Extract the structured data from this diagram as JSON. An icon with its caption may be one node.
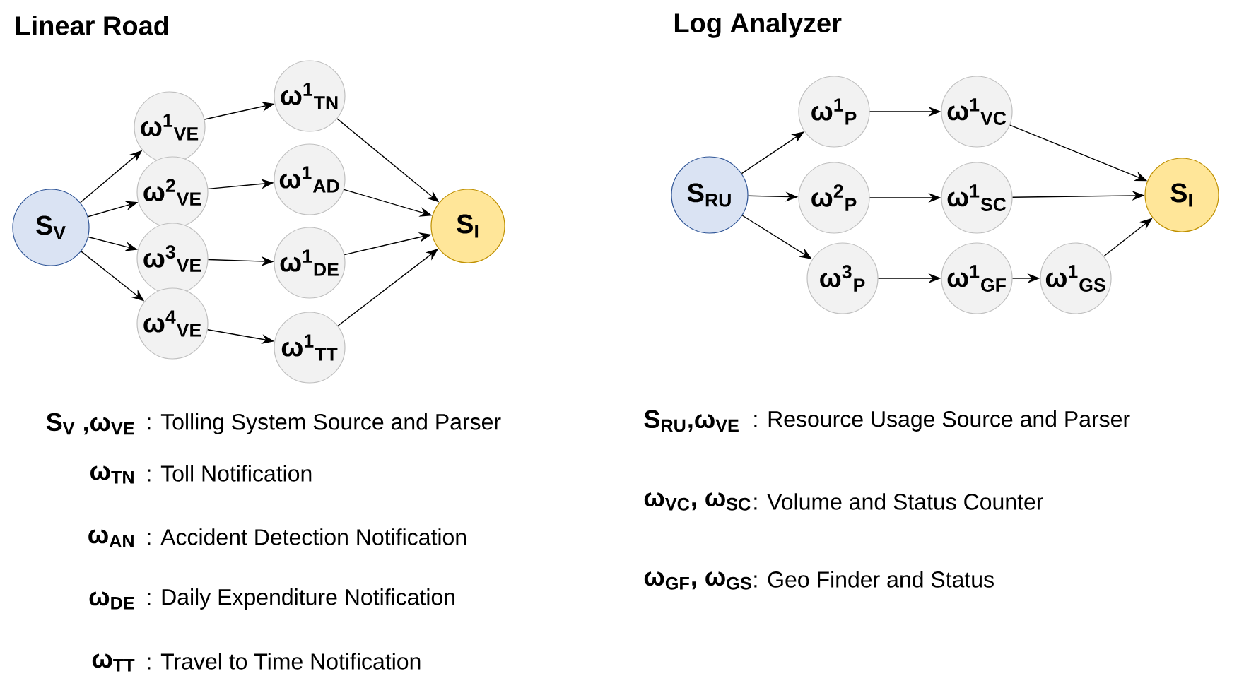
{
  "diagram": {
    "nodes": [
      {
        "text": [
          "S$_{V}$"
        ]
      },
      {
        "text": [
          "ω$^{1}$$_{VE}$"
        ]
      },
      {
        "text": [
          "ω$^{2}$$_{VE}$"
        ]
      },
      {
        "text": [
          "ω$^{3}$$_{VE}$"
        ]
      },
      {
        "text": [
          "ω$^{4}$$_{VE}$"
        ]
      },
      {
        "text": [
          "ω$^{1}$$_{TN}$"
        ]
      },
      {
        "text": [
          "ω$^{1}$$_{AD}$"
        ]
      },
      {
        "text": [
          "ω$^{1}$$_{DE}$"
        ]
      },
      {
        "text": [
          "ω$^{1}$$_{TT}$"
        ]
      },
      {
        "text": [
          "S$_{I}$"
        ]
      },
      {
        "text": [
          "S$_{RU}$"
        ]
      },
      {
        "text": [
          "ω$^{1}$$_{P}$"
        ]
      },
      {
        "text": [
          "ω$^{2}$$_{P}$"
        ]
      },
      {
        "text": [
          "ω$^{3}$$_{P}$"
        ]
      },
      {
        "text": [
          "ω$^{1}$$_{VC}$"
        ]
      },
      {
        "text": [
          "ω$^{1}$$_{SC}$"
        ]
      },
      {
        "text": [
          "ω$^{1}$$_{GF}$"
        ]
      },
      {
        "text": [
          "ω$^{1}$$_{GS}$"
        ]
      },
      {
        "text": [
          "S$_{I}$"
        ]
      }
    ],
    "edges": [
      {
        "from": 0,
        "to": 1,
        "arrow": "to"
      },
      {
        "from": 0,
        "to": 2,
        "arrow": "to"
      },
      {
        "from": 0,
        "to": 3,
        "arrow": "to"
      },
      {
        "from": 0,
        "to": 4,
        "arrow": "to"
      },
      {
        "from": 1,
        "to": 5,
        "arrow": "to"
      },
      {
        "from": 2,
        "to": 6,
        "arrow": "to"
      },
      {
        "from": 3,
        "to": 7,
        "arrow": "to"
      },
      {
        "from": 4,
        "to": 8,
        "arrow": "to"
      },
      {
        "from": 5,
        "to": 9,
        "arrow": "to"
      },
      {
        "from": 6,
        "to": 9,
        "arrow": "to"
      },
      {
        "from": 7,
        "to": 9,
        "arrow": "to"
      },
      {
        "from": 8,
        "to": 9,
        "arrow": "to"
      },
      {
        "from": 10,
        "to": 11,
        "arrow": "to"
      },
      {
        "from": 10,
        "to": 12,
        "arrow": "to"
      },
      {
        "from": 10,
        "to": 13,
        "arrow": "to"
      },
      {
        "from": 11,
        "to": 14,
        "arrow": "to"
      },
      {
        "from": 12,
        "to": 15,
        "arrow": "to"
      },
      {
        "from": 13,
        "to": 16,
        "arrow": "to"
      },
      {
        "from": 16,
        "to": 17,
        "arrow": "to"
      },
      {
        "from": 14,
        "to": 18,
        "arrow": "to"
      },
      {
        "from": 15,
        "to": 18,
        "arrow": "to"
      },
      {
        "from": 17,
        "to": 18,
        "arrow": "to"
      }
    ],
    "labels": [
      "Linear Road",
      "Log Analyzer",
      "S$_{V}$ ,ω$_{VE}$",
      ": Tolling System Source and Parser",
      "S$_{RU}$,ω$_{VE}$",
      ": Resource Usage Source and Parser",
      "ω$_{TN}$",
      ": Toll Notification",
      "ω$_{VC}$, ω$_{SC}$",
      ": Volume and Status Counter",
      "ω$_{AN}$",
      ": Accident Detection Notification",
      "ω$_{GF}$, ω$_{GS}$",
      ": Geo Finder and Status",
      "ω$_{DE}$",
      ": Daily Expenditure Notification",
      "ω$_{TT}$",
      ": Travel to Time Notification"
    ]
  }
}
